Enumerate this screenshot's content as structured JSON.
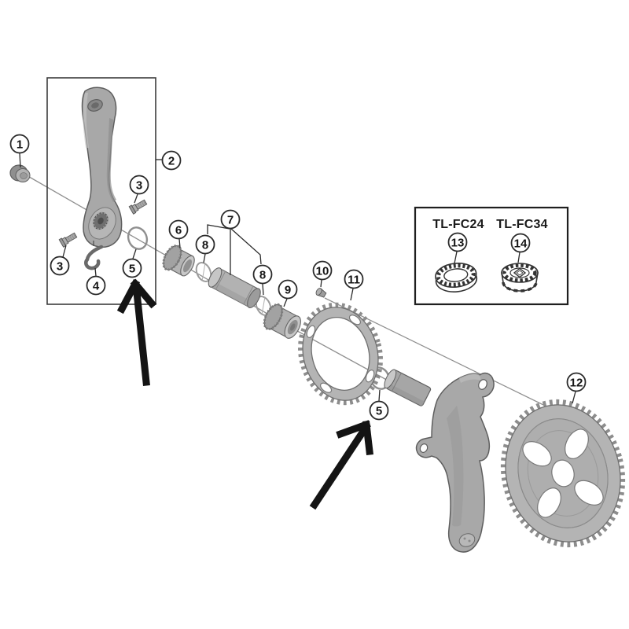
{
  "colors": {
    "background": "#ffffff",
    "part_fill": "#b0b0b0",
    "part_outline": "#5e5e5e",
    "axis_line": "#8f8f8f",
    "callout_stroke": "#2a2a2a",
    "arrow": "#141414"
  },
  "callouts": {
    "c1": "1",
    "c2": "2",
    "c3a": "3",
    "c3b": "3",
    "c4": "4",
    "c5a": "5",
    "c6": "6",
    "c7": "7",
    "c8a": "8",
    "c8b": "8",
    "c9": "9",
    "c10": "10",
    "c11": "11",
    "c5b": "5",
    "c12": "12",
    "c13": "13",
    "c14": "14"
  },
  "tool_box": {
    "tool_13_label": "TL-FC24",
    "tool_14_label": "TL-FC34"
  }
}
